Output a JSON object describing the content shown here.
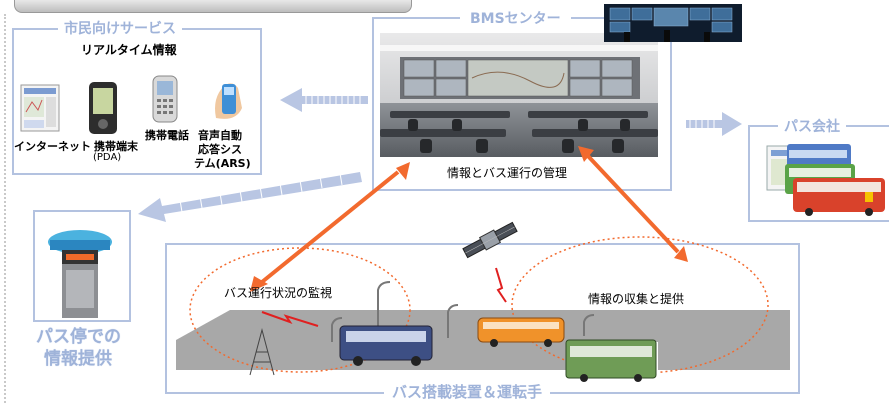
{
  "citizen_services": {
    "title": "市民向けサービス",
    "subtitle": "リアルタイム情報",
    "devices": [
      {
        "label": "インターネット"
      },
      {
        "label": "携帯端末",
        "sub": "(PDA)"
      },
      {
        "label": "携帯電話"
      },
      {
        "label_lines": [
          "音声自動",
          "応答シス",
          "テム(ARS)"
        ]
      }
    ]
  },
  "bms_center": {
    "title": "BMSセンター",
    "caption": "情報とバス運行の管理"
  },
  "bus_company": {
    "title": "パス会社"
  },
  "bus_stop": {
    "title_lines": [
      "パス停での",
      "情報提供"
    ]
  },
  "field": {
    "title": "バス搭載装置＆運転手",
    "monitor_label": "バス運行状況の監視",
    "collect_label": "情報の収集と提供"
  },
  "colors": {
    "frame": "#b3c2e0",
    "title_text": "#9fb3d9",
    "orange_arrow": "#f26a2e",
    "hatch_arrow": "#b9c6e3",
    "road": "#a8a8a8"
  }
}
